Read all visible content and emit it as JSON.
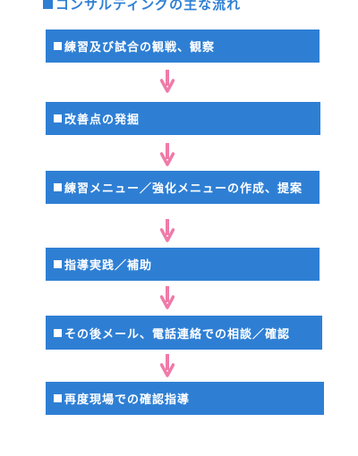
{
  "colors": {
    "accent": "#2e7fd4",
    "arrow": "#f07aa8",
    "background": "#ffffff",
    "step_text": "#ffffff"
  },
  "heading": {
    "text": "コンサルティングの主な流れ",
    "bullet_icon": "square-bullet-icon"
  },
  "steps": [
    {
      "label": "練習及び試合の観戦、観察"
    },
    {
      "label": "改善点の発掘"
    },
    {
      "label": "練習メニュー／強化メニューの作成、提案"
    },
    {
      "label": "指導実践／補助"
    },
    {
      "label": "その後メール、電話連絡での相談／確認"
    },
    {
      "label": "再度現場での確認指導"
    }
  ],
  "arrow_icon": "down-arrow-icon"
}
